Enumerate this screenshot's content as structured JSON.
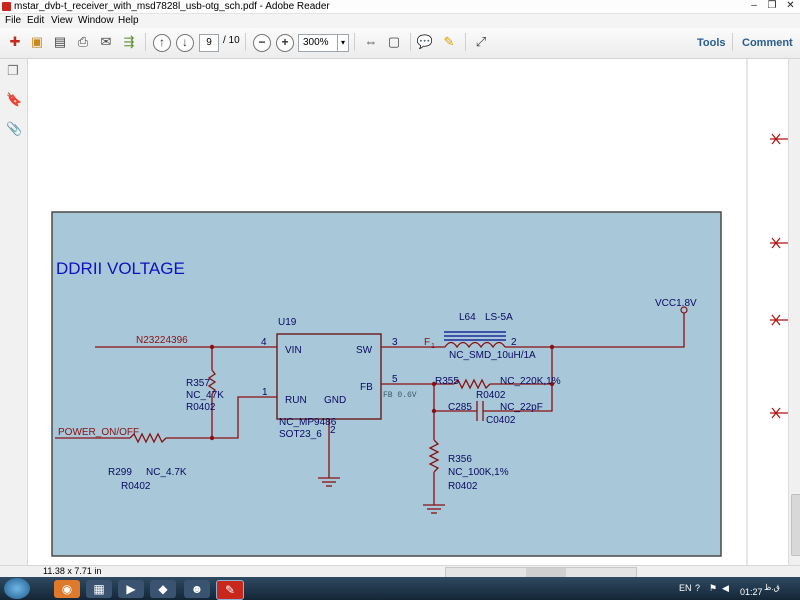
{
  "window": {
    "title": "mstar_dvb-t_receiver_with_msd7828l_usb-otg_sch.pdf - Adobe Reader",
    "controls": [
      "–",
      "❐",
      "✕"
    ]
  },
  "menu": [
    "File",
    "Edit",
    "View",
    "Window",
    "Help"
  ],
  "toolbar": {
    "page_current": "9",
    "page_total": "/ 10",
    "zoom": "300%",
    "tools_label": "Tools",
    "comment_label": "Comment"
  },
  "status": {
    "dimensions": "11.38 x 7.71 in"
  },
  "schematic": {
    "title": "DDRII VOLTAGE",
    "ic": {
      "ref": "U19",
      "part": "NC_MP9486",
      "package": "SOT23_6",
      "pins": [
        "VIN",
        "SW",
        "RUN",
        "FB",
        "GND"
      ],
      "pin_numbers": [
        "4",
        "3",
        "1",
        "5",
        "2"
      ]
    },
    "nets": {
      "input": "N23224396",
      "power": "POWER_ON/OFF",
      "output": "VCC1.8V",
      "fb_note": "FB 0.6V"
    },
    "inductor": {
      "ref": "L64",
      "part": "LS-5A",
      "value": "NC_SMD_10uH/1A",
      "pin1": "1",
      "pin2": "2",
      "flag": "F"
    },
    "components": [
      {
        "ref": "R357",
        "value": "NC_47K",
        "package": "R0402"
      },
      {
        "ref": "R299",
        "value": "NC_4.7K",
        "package": "R0402"
      },
      {
        "ref": "R355",
        "value": "NC_220K,1%",
        "package": "R0402"
      },
      {
        "ref": "C285",
        "value": "NC_22pF",
        "package": "C0402"
      },
      {
        "ref": "R356",
        "value": "NC_100K,1%",
        "package": "R0402"
      }
    ]
  },
  "taskbar": {
    "lang": "EN",
    "clock": "01:27",
    "date_glyph": "ق.ظ"
  }
}
